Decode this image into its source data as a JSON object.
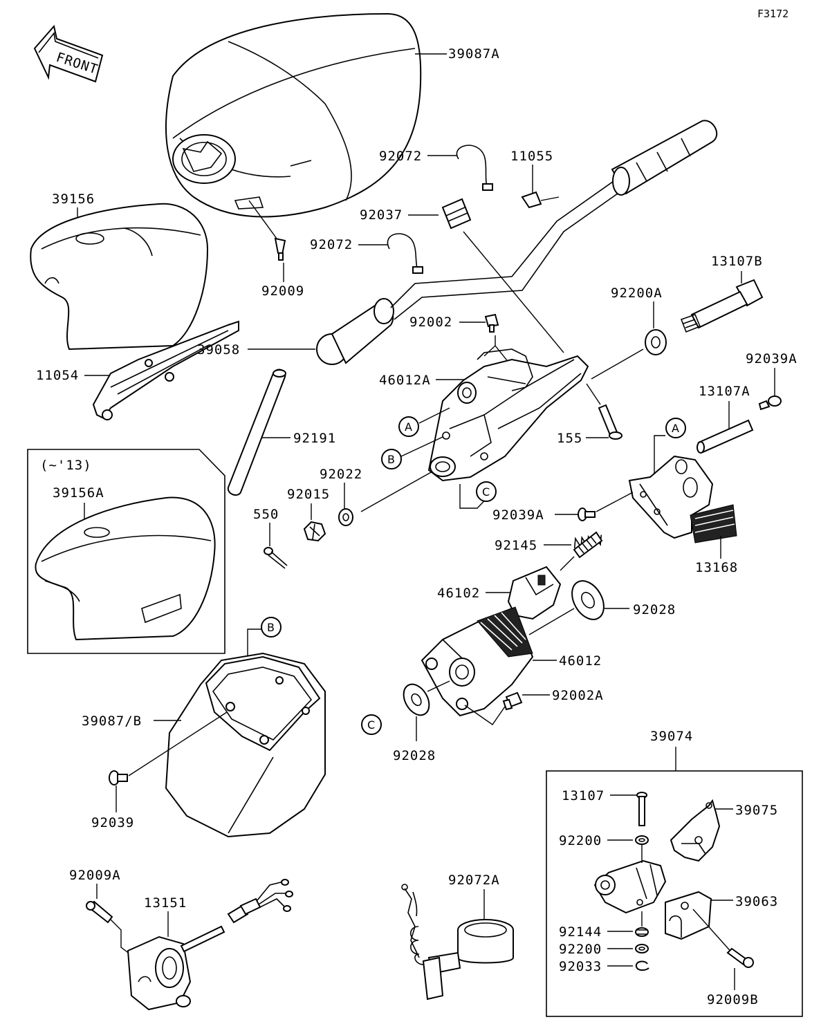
{
  "diagram_code": "F3172",
  "front_label": "FRONT",
  "inset_label": "(~'13)",
  "callouts": {
    "A1": "A",
    "A2": "A",
    "B1": "B",
    "B2": "B",
    "C1": "C",
    "C2": "C"
  },
  "parts": {
    "p39087A": "39087A",
    "p39156": "39156",
    "p92009": "92009",
    "p11054": "11054",
    "p39058": "39058",
    "p92191": "92191",
    "p39156A": "39156A",
    "p92072a": "92072",
    "p92072b": "92072",
    "p11055": "11055",
    "p92037": "92037",
    "p13107B": "13107B",
    "p92200A": "92200A",
    "p92002": "92002",
    "p46012A": "46012A",
    "p92039A_a": "92039A",
    "p13107A": "13107A",
    "p155": "155",
    "p92022": "92022",
    "p92015": "92015",
    "p550": "550",
    "p92039A_b": "92039A",
    "p92145": "92145",
    "p13168": "13168",
    "p46102": "46102",
    "p92028a": "92028",
    "p46012": "46012",
    "p92002A": "92002A",
    "p92028b": "92028",
    "p39087B": "39087/B",
    "p92039": "92039",
    "p39074": "39074",
    "p13107": "13107",
    "p39075": "39075",
    "p92200a": "92200",
    "p39063": "39063",
    "p92144": "92144",
    "p92200b": "92200",
    "p92033": "92033",
    "p92009B": "92009B",
    "p92009A": "92009A",
    "p13151": "13151",
    "p92072A": "92072A"
  }
}
